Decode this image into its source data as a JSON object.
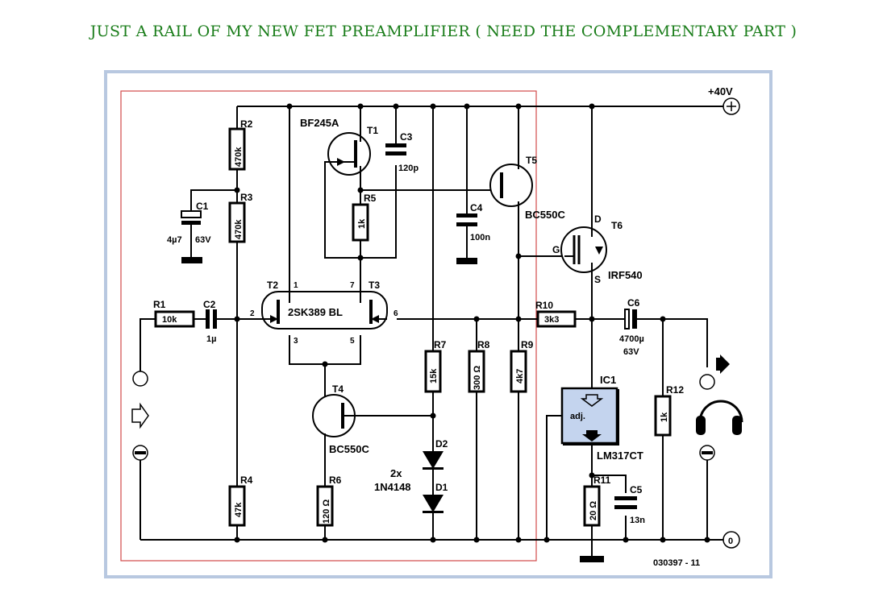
{
  "title": "JUST A RAIL OF MY NEW FET PREAMPLIFIER ( NEED THE COMPLEMENTARY PART )",
  "rails": {
    "positive": "+40V",
    "ground": "0"
  },
  "resistors": [
    {
      "ref": "R1",
      "value": "10k"
    },
    {
      "ref": "R2",
      "value": "470k"
    },
    {
      "ref": "R3",
      "value": "470k"
    },
    {
      "ref": "R4",
      "value": "47k"
    },
    {
      "ref": "R5",
      "value": "1k"
    },
    {
      "ref": "R6",
      "value": "120 Ω"
    },
    {
      "ref": "R7",
      "value": "15k"
    },
    {
      "ref": "R8",
      "value": "300 Ω"
    },
    {
      "ref": "R9",
      "value": "4k7"
    },
    {
      "ref": "R10",
      "value": "3k3"
    },
    {
      "ref": "R11",
      "value": "20 Ω"
    },
    {
      "ref": "R12",
      "value": "1k"
    }
  ],
  "capacitors": [
    {
      "ref": "C1",
      "value": "4µ7",
      "value2": "63V"
    },
    {
      "ref": "C2",
      "value": "1µ"
    },
    {
      "ref": "C3",
      "value": "120p"
    },
    {
      "ref": "C4",
      "value": "100n"
    },
    {
      "ref": "C5",
      "value": "13n"
    },
    {
      "ref": "C6",
      "value": "4700µ",
      "value2": "63V"
    }
  ],
  "transistors": [
    {
      "ref": "T1",
      "part": "BF245A"
    },
    {
      "ref": "T2"
    },
    {
      "ref": "T3"
    },
    {
      "ref": "T4",
      "part": "BC550C"
    },
    {
      "ref": "T5",
      "part": "BC550C"
    },
    {
      "ref": "T6",
      "part": "IRF540",
      "pins": {
        "d": "D",
        "g": "G",
        "s": "S"
      }
    }
  ],
  "dual_fet": {
    "part": "2SK389 BL",
    "pins": [
      "1",
      "2",
      "3",
      "5",
      "6",
      "7"
    ]
  },
  "diodes": {
    "d2": "D2",
    "d1": "D1",
    "count": "2x",
    "part": "1N4148"
  },
  "regulator": {
    "ref": "IC1",
    "part": "LM317CT",
    "adj": "adj."
  },
  "footer_code": "030397 - 11"
}
